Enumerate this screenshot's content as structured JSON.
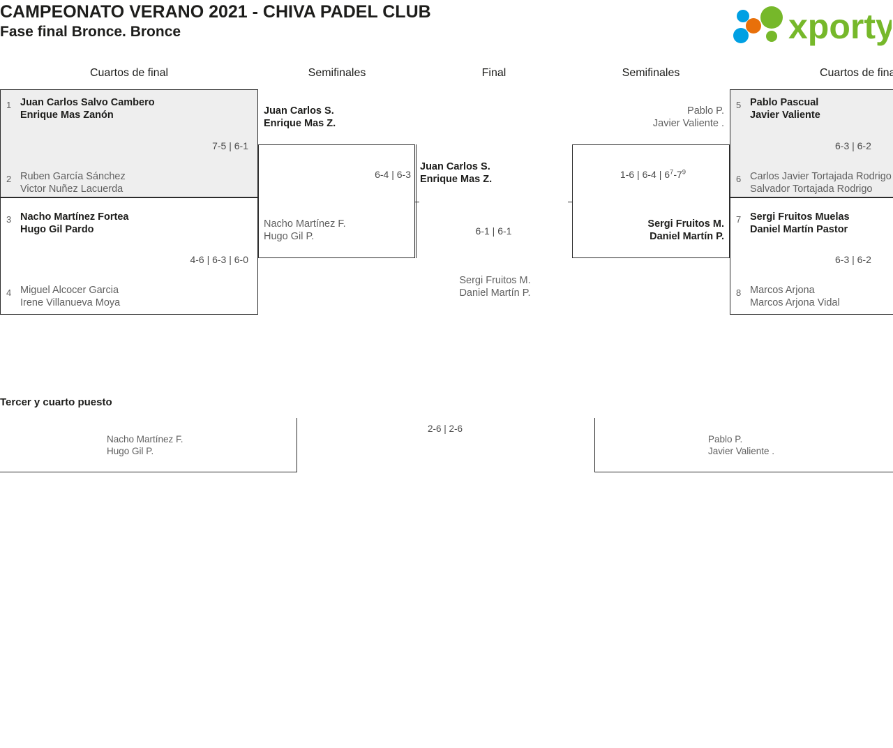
{
  "header": {
    "title_line1": "CAMPEONATO VERANO 2021 - CHIVA PADEL CLUB",
    "title_line2": "Fase final Bronce. Bronce",
    "logo_text": "xporty",
    "logo_colors": {
      "green": "#76b82a",
      "orange": "#e8700a",
      "blue": "#00a0e3"
    }
  },
  "rounds": {
    "qf_left": "Cuartos de final",
    "sf_left": "Semifinales",
    "final": "Final",
    "sf_right": "Semifinales",
    "qf_right": "Cuartos de final"
  },
  "bracket": {
    "qf_left": [
      {
        "seed_top": "1",
        "seed_bottom": "2",
        "top_p1": "Juan Carlos Salvo Cambero",
        "top_p2": "Enrique Mas Zanón",
        "bottom_p1": "Ruben García Sánchez",
        "bottom_p2": "Victor Nuñez Lacuerda",
        "score": "7-5 | 6-1",
        "winner": "top"
      },
      {
        "seed_top": "3",
        "seed_bottom": "4",
        "top_p1": "Nacho Martínez Fortea",
        "top_p2": "Hugo Gil Pardo",
        "bottom_p1": "Miguel Alcocer Garcia",
        "bottom_p2": "Irene Villanueva Moya",
        "score": "4-6 | 6-3 | 6-0",
        "winner": "top"
      }
    ],
    "sf_left": [
      {
        "top_p1": "Juan Carlos S.",
        "top_p2": "Enrique Mas Z.",
        "bottom_p1": "Nacho Martínez F.",
        "bottom_p2": "Hugo Gil P.",
        "score": "6-4 | 6-3",
        "winner": "top"
      }
    ],
    "final": {
      "top_p1": "Juan Carlos S.",
      "top_p2": "Enrique Mas Z.",
      "bottom_p1": "Sergi Fruitos M.",
      "bottom_p2": "Daniel Martín P.",
      "score": "6-1 | 6-1",
      "winner": "top"
    },
    "sf_right": [
      {
        "top_p1": "Pablo P.",
        "top_p2": "Javier Valiente .",
        "bottom_p1": "Sergi Fruitos M.",
        "bottom_p2": "Daniel Martín P.",
        "score_pre": "1-6 | 6-4 | 6",
        "score_sup1": "7",
        "score_mid": "-7",
        "score_sup2": "9",
        "winner": "bottom"
      }
    ],
    "qf_right": [
      {
        "seed_top": "5",
        "seed_bottom": "6",
        "top_p1": "Pablo Pascual",
        "top_p2": "Javier Valiente",
        "bottom_p1": "Carlos Javier Tortajada Rodrigo",
        "bottom_p2": "Salvador Tortajada Rodrigo",
        "score": "6-3 | 6-2",
        "winner": "top"
      },
      {
        "seed_top": "7",
        "seed_bottom": "8",
        "top_p1": "Sergi Fruitos Muelas",
        "top_p2": "Daniel Martín Pastor",
        "bottom_p1": "Marcos Arjona",
        "bottom_p2": "Marcos Arjona Vidal",
        "score": "6-3 | 6-2",
        "winner": "top"
      }
    ]
  },
  "third_place": {
    "title": "Tercer y cuarto puesto",
    "left_p1": "Nacho Martínez F.",
    "left_p2": "Hugo Gil P.",
    "right_p1": "Pablo P.",
    "right_p2": "Javier Valiente .",
    "score": "2-6 | 2-6"
  }
}
